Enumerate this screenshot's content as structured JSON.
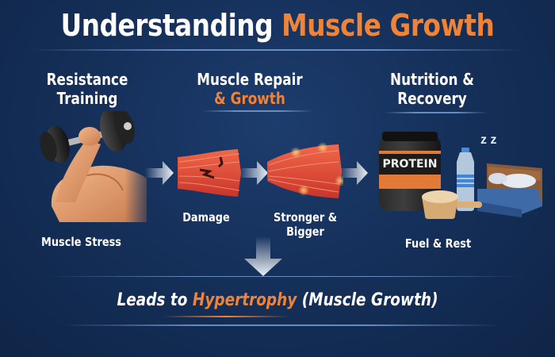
{
  "title": {
    "prefix": "Understanding ",
    "highlight": "Muscle Growth"
  },
  "colors": {
    "accent": "#ef8338",
    "background": "#15305a",
    "text": "#ffffff",
    "divider": "#82aae1"
  },
  "columns": [
    {
      "heading_line1": "Resistance",
      "heading_line2": "Training",
      "caption": "Muscle Stress",
      "icon": "arm-dumbbell-icon"
    },
    {
      "heading_line1": "Muscle Repair",
      "heading_line2": "& Growth",
      "heading_line2_highlight": true,
      "icon": "muscle-fiber-icon",
      "stages": [
        {
          "caption": "Damage"
        },
        {
          "caption": "Stronger & Bigger"
        }
      ]
    },
    {
      "heading_line1": "Nutrition &",
      "heading_line2": "Recovery",
      "caption": "Fuel & Rest",
      "items": {
        "jar_label": "PROTEIN",
        "sleep_label": "z z"
      }
    }
  ],
  "conclusion": {
    "prefix": "Leads to ",
    "highlight": "Hypertrophy",
    "suffix": " (Muscle Growth)"
  }
}
